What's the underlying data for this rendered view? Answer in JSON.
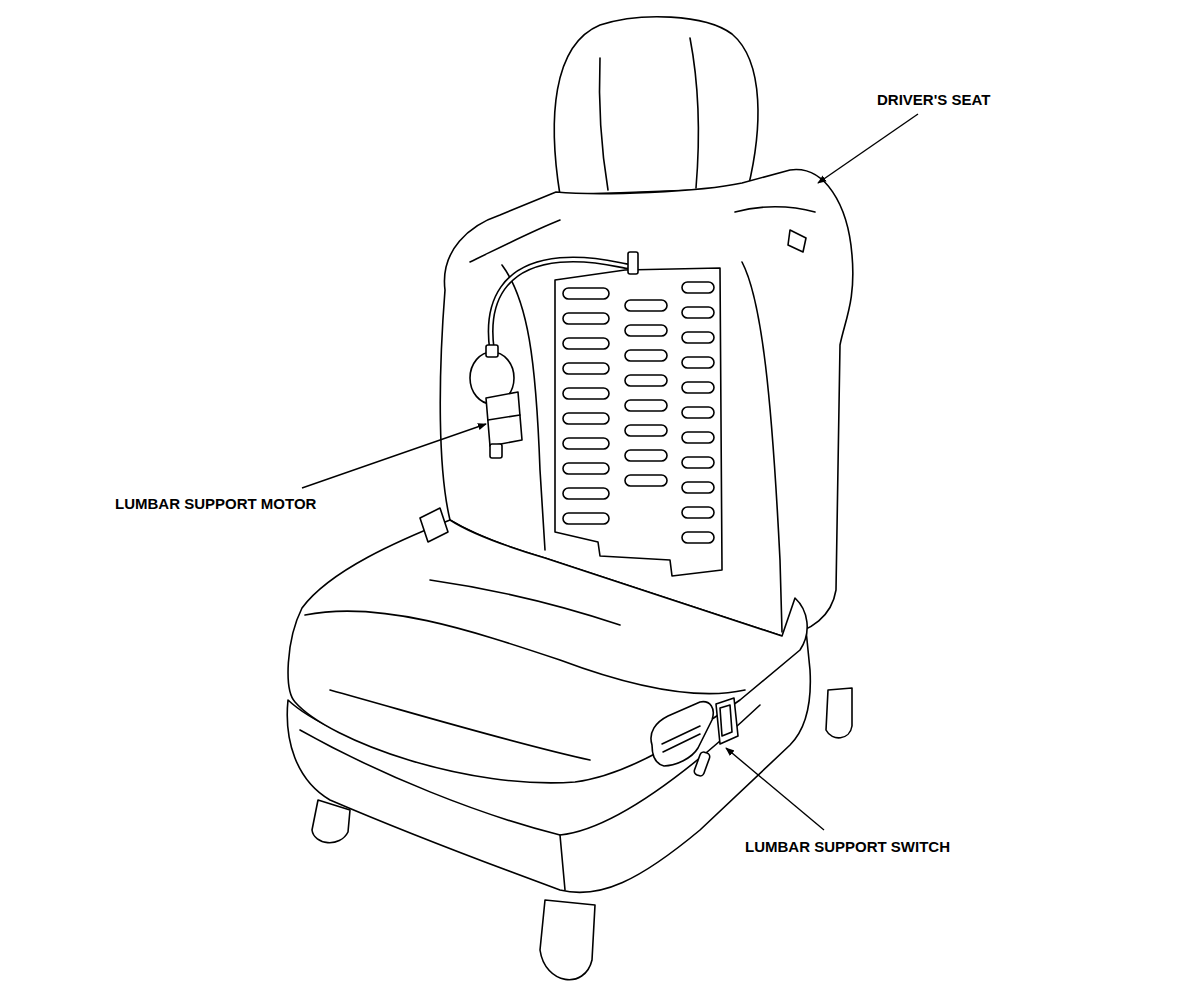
{
  "diagram": {
    "labels": [
      "DRIVER'S SEAT",
      "LUMBAR SUPPORT MOTOR",
      "LUMBAR SUPPORT SWITCH"
    ]
  }
}
